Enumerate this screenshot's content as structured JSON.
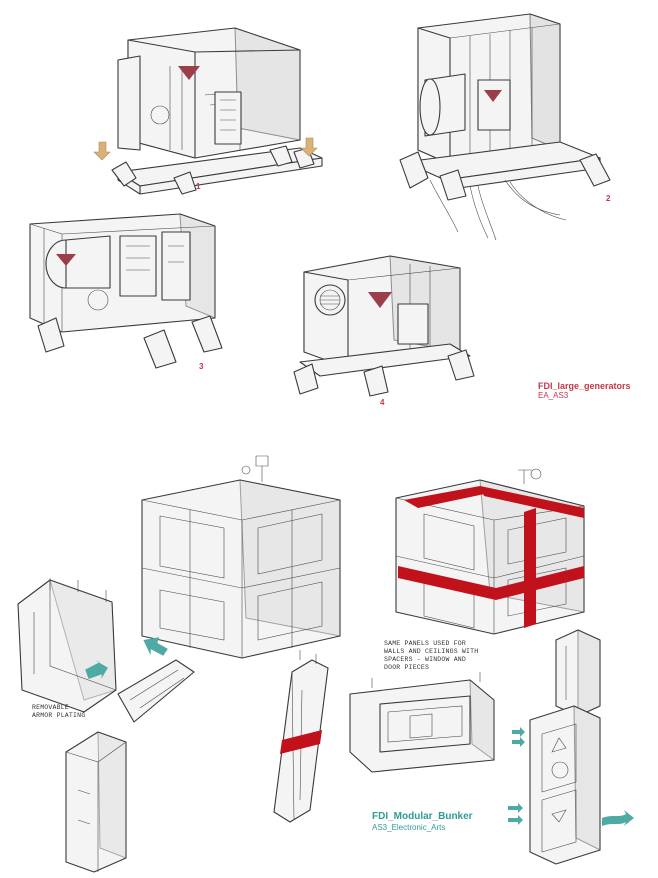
{
  "sheet_top": {
    "figure_numbers": [
      "1",
      "2",
      "3",
      "4"
    ],
    "title": "FDI_large_generators",
    "subtitle": "EA_AS3"
  },
  "sheet_bottom": {
    "note_removable": "REMOVABLE\nARMOR PLATING",
    "note_panels": "SAME PANELS USED FOR\nWALLS AND CEILINGS WITH\nSPACERS - WINDOW AND\nDOOR PIECES",
    "title": "FDI_Modular_Bunker",
    "subtitle": "AS3_Electronic_Arts"
  },
  "colors": {
    "line": "#3a3a3a",
    "panel": "#f4f4f4",
    "shade": "#d9d9d9",
    "warning_triangle": "#9c3e4a",
    "strap_red": "#c1121c",
    "arrow_teal": "#4fa9a4",
    "arrow_tan": "#d9b27a",
    "label_pink": "#c4374a",
    "label_teal": "#2f9c97"
  }
}
